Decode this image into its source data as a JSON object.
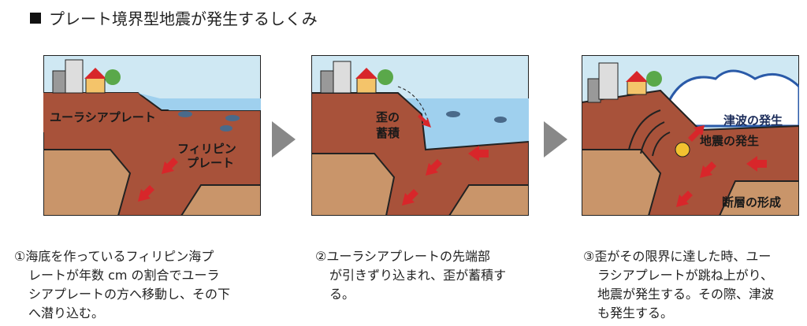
{
  "title": "プレート境界型地震が発生するしくみ",
  "panels": [
    {
      "labels": {
        "eurasia": "ユーラシアプレート",
        "philippine_1": "フィリピン",
        "philippine_2": "プレート"
      }
    },
    {
      "labels": {
        "strain_1": "歪の",
        "strain_2": "蓄積"
      }
    },
    {
      "labels": {
        "tsunami": "津波の発生",
        "quake": "地震の発生",
        "fault": "断層の形成"
      }
    }
  ],
  "captions": [
    {
      "lines": [
        "①海底を作っているフィリピン海プ",
        "レートが年数 cm の割合でユーラ",
        "シアプレートの方へ移動し、その下",
        "へ潜り込む。"
      ]
    },
    {
      "lines": [
        "②ユーラシアプレートの先端部",
        "が引きずり込まれ、歪が蓄積す",
        "る。"
      ]
    },
    {
      "lines": [
        "③歪がその限界に達した時、ユー",
        "ラシアプレートが跳ね上がり、",
        "地震が発生する。その際、津波",
        "も発生する。"
      ]
    }
  ],
  "colors": {
    "sky": "#cfe8f3",
    "sea": "#9fd0ee",
    "plate": "#a8523a",
    "lower": "#c9956a",
    "arrow": "#d8262a"
  }
}
